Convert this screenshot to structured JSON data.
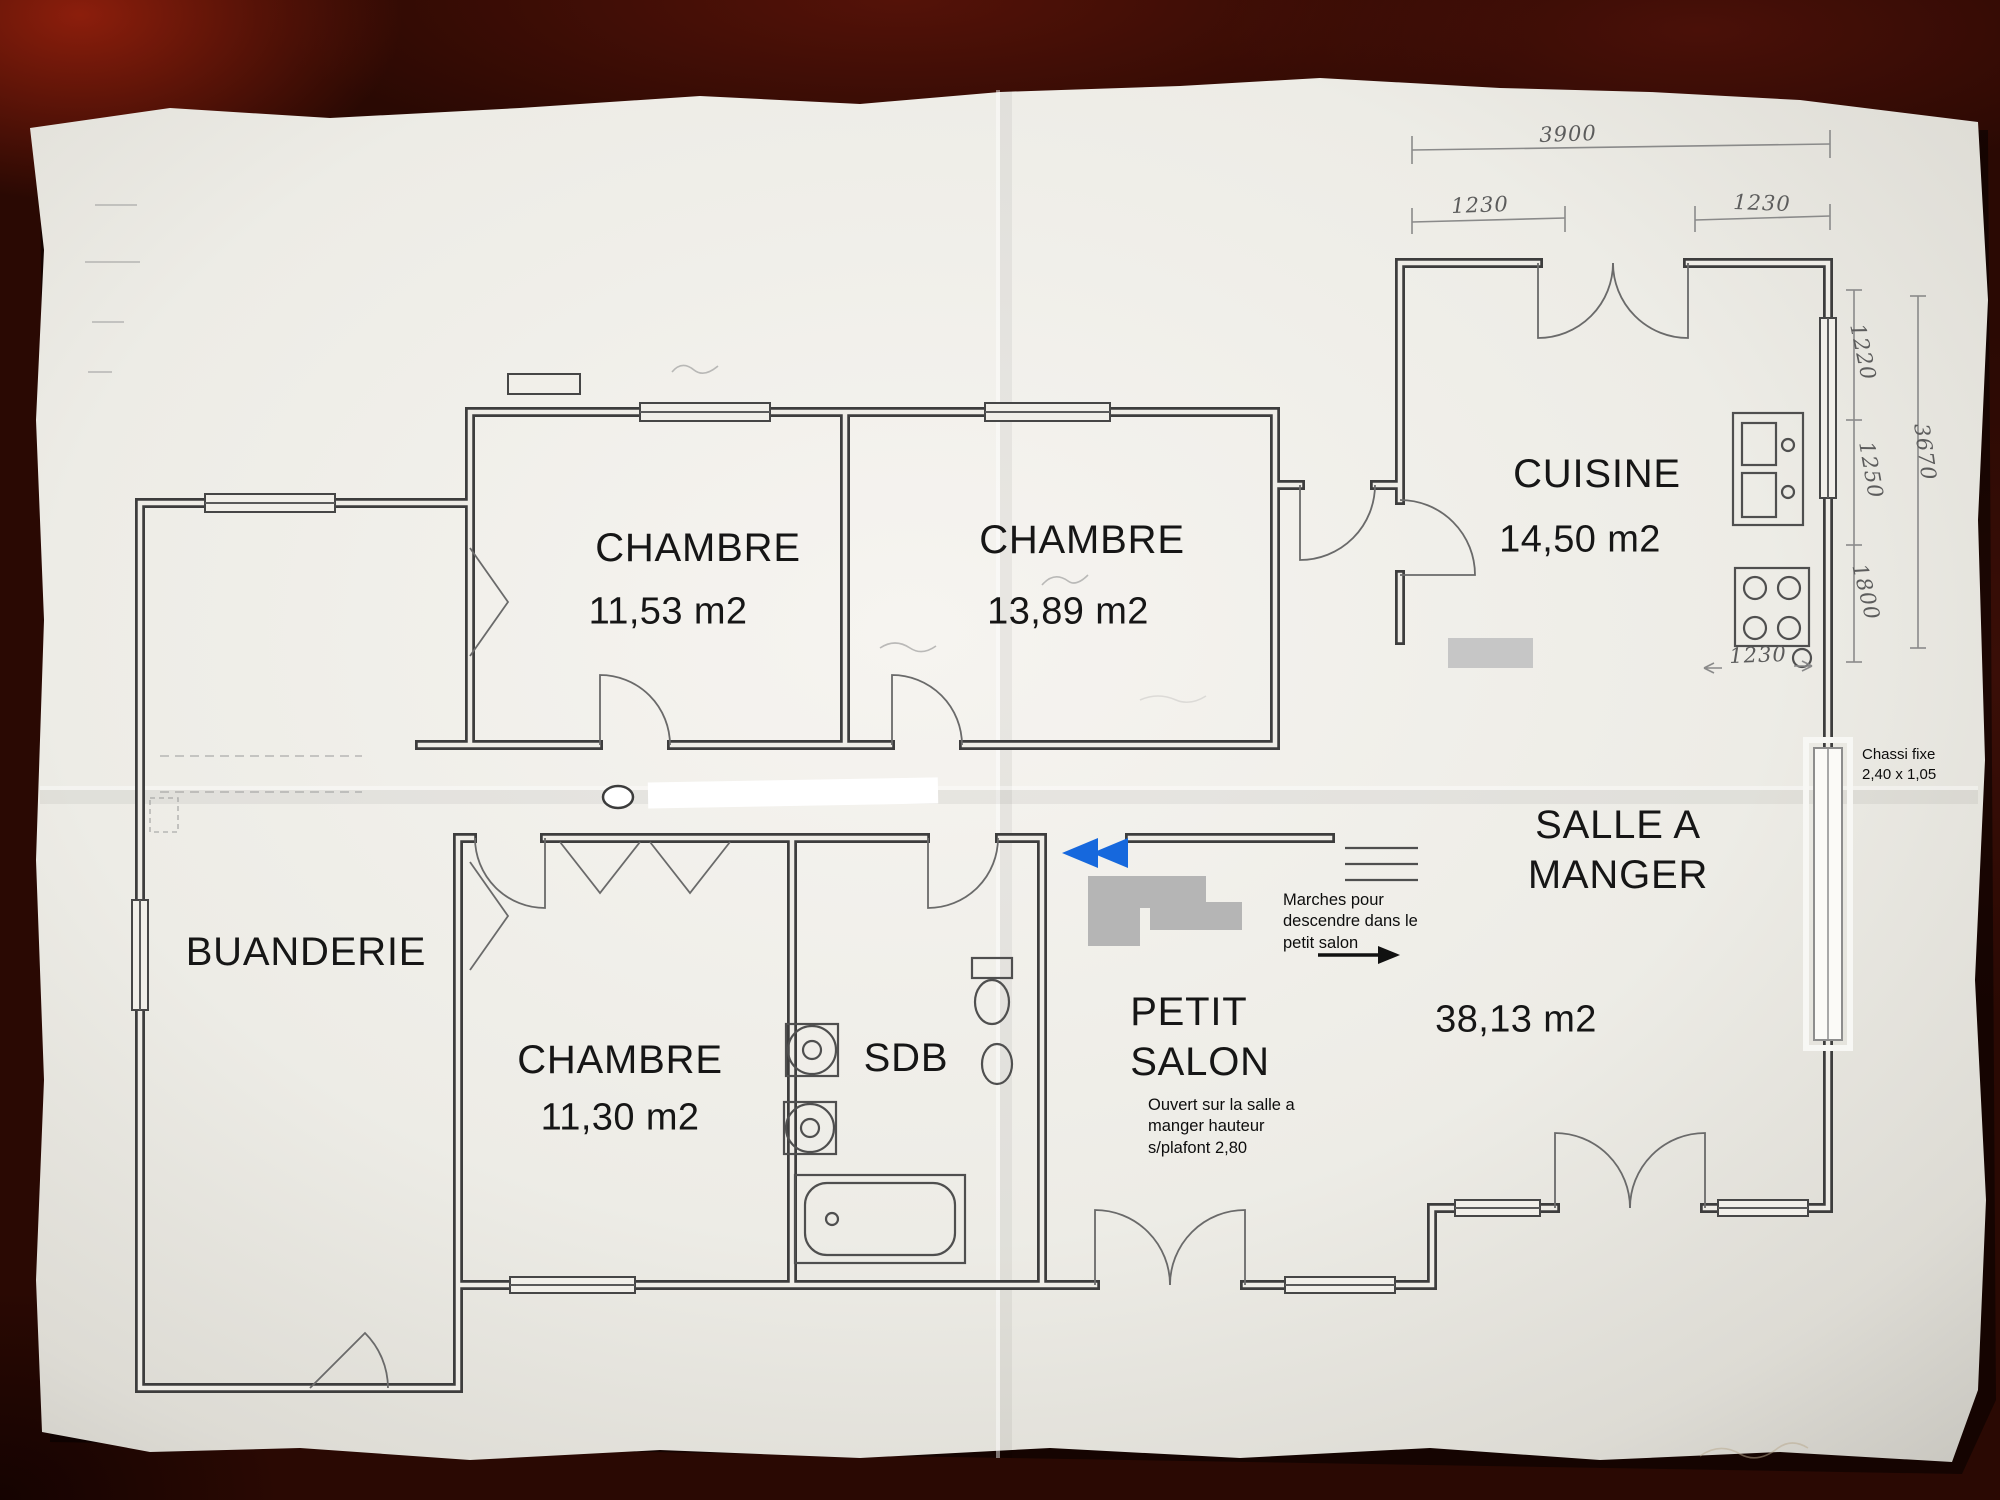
{
  "floorplan": {
    "rooms": [
      {
        "id": "chambre-1",
        "name": "CHAMBRE",
        "area": "11,53 m2"
      },
      {
        "id": "chambre-2",
        "name": "CHAMBRE",
        "area": "13,89 m2"
      },
      {
        "id": "cuisine",
        "name": "CUISINE",
        "area": "14,50 m2"
      },
      {
        "id": "salle-a-manger",
        "name": "SALLE A\nMANGER",
        "area": "38,13 m2"
      },
      {
        "id": "buanderie",
        "name": "BUANDERIE"
      },
      {
        "id": "chambre-3",
        "name": "CHAMBRE",
        "area": "11,30 m2"
      },
      {
        "id": "sdb",
        "name": "SDB"
      },
      {
        "id": "petit-salon",
        "name": "PETIT\nSALON"
      }
    ],
    "annotations": {
      "marches": "Marches pour\ndescendre dans le\npetit salon",
      "ouvert": "Ouvert sur la salle a\nmanger hauteur\ns/plafont 2,80",
      "chassi": "Chassi fixe\n2,40 x 1,05"
    },
    "dimensions": {
      "top_total": "3900",
      "top_left": "1230",
      "top_right": "1230",
      "right_inner_1": "1220",
      "right_inner_2": "1250",
      "right_inner_3": "1800",
      "right_total": "3670",
      "kitchen_opening": "1230"
    },
    "colors": {
      "paper": "#f2f0ea",
      "table": "#2a0903",
      "arrow_blue": "#1668dd"
    }
  }
}
